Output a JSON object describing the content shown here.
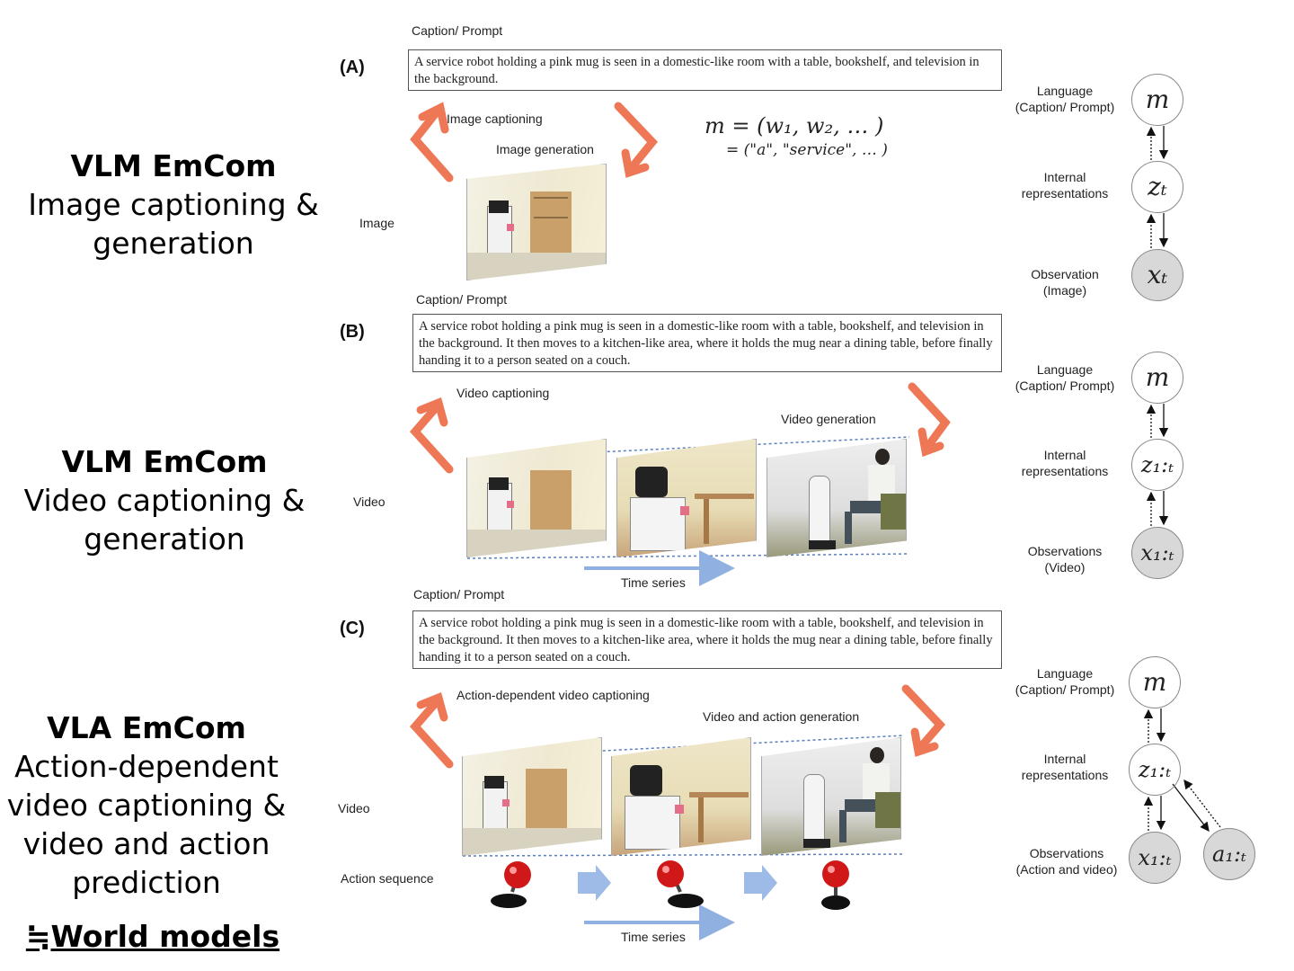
{
  "left": {
    "a_heading": "VLM EmCom",
    "a_sub": [
      "Image captioning &",
      "generation"
    ],
    "b_heading": "VLM EmCom",
    "b_sub": [
      "Video captioning &",
      "generation"
    ],
    "c_heading": "VLA EmCom",
    "c_sub": [
      "Action-dependent",
      "video captioning &",
      "video and action",
      "prediction"
    ],
    "world_models": "≒World models"
  },
  "panel_a": {
    "label": "(A)",
    "caption_title": "Caption/ Prompt",
    "caption_text": "A service robot holding a pink mug is seen in a domestic-like room with a table, bookshelf, and television in the background.",
    "arrow_left_label": "Image captioning",
    "arrow_right_label": "Image generation",
    "media_label": "Image",
    "formula_line1": "m = (w₁, w₂, … )",
    "formula_line2": "= (\"a\", \"service\", … )"
  },
  "panel_b": {
    "label": "(B)",
    "caption_title": "Caption/ Prompt",
    "caption_text": "A service robot holding a pink mug is seen in a domestic-like room with a table, bookshelf, and television in the background. It then moves to a kitchen-like area, where it holds the mug near a dining table, before finally handing it to a person seated on a couch.",
    "arrow_left_label": "Video captioning",
    "arrow_right_label": "Video generation",
    "media_label": "Video",
    "time_label": "Time series"
  },
  "panel_c": {
    "label": "(C)",
    "caption_title": "Caption/ Prompt",
    "caption_text": "A service robot holding a pink mug is seen in a domestic-like room with a table, bookshelf, and television in the background. It then moves to a kitchen-like area, where it holds the mug near a dining table, before finally handing it to a person seated on a couch.",
    "arrow_left_label": "Action-dependent video captioning",
    "arrow_right_label": "Video and action generation",
    "media_label": "Video",
    "action_label": "Action sequence",
    "time_label": "Time series"
  },
  "graph_a": {
    "lang_label": [
      "Language",
      "(Caption/ Prompt)"
    ],
    "internal_label": [
      "Internal",
      "representations"
    ],
    "obs_label": [
      "Observation",
      "(Image)"
    ],
    "node_m": "m",
    "node_z": "zₜ",
    "node_x": "xₜ"
  },
  "graph_b": {
    "lang_label": [
      "Language",
      "(Caption/ Prompt)"
    ],
    "internal_label": [
      "Internal",
      "representations"
    ],
    "obs_label": [
      "Observations",
      "(Video)"
    ],
    "node_m": "m",
    "node_z": "z₁:ₜ",
    "node_x": "x₁:ₜ"
  },
  "graph_c": {
    "lang_label": [
      "Language",
      "(Caption/ Prompt)"
    ],
    "internal_label": [
      "Internal",
      "representations"
    ],
    "obs_label": [
      "Observations",
      "(Action and video)"
    ],
    "node_m": "m",
    "node_z": "z₁:ₜ",
    "node_x": "x₁:ₜ",
    "node_a": "a₁:ₜ"
  },
  "colors": {
    "orange_arrow": "#ee7755",
    "blue_arrow": "#8fb0e0",
    "obs_node_fill": "#d8d8d8"
  }
}
